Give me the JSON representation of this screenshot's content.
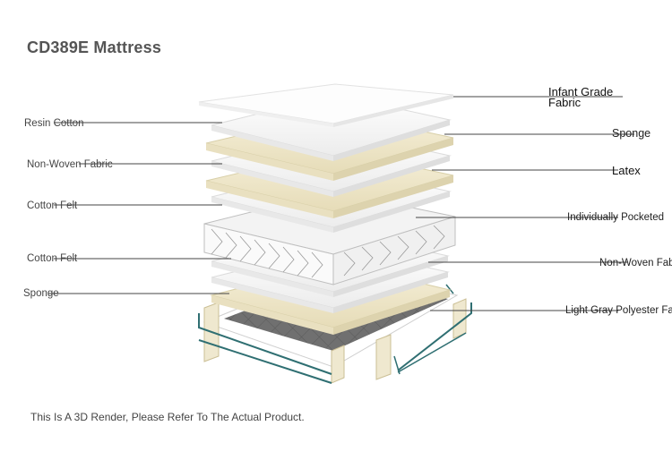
{
  "title": "CD389E Mattress",
  "note": "This Is A 3D Render, Please Refer To The Actual Product.",
  "left_labels": [
    "Resin Cotton",
    "Non-Woven Fabric",
    "Cotton Felt",
    "Cotton Felt",
    "Sponge"
  ],
  "right_labels": {
    "infant_line1": "Infant Grade",
    "infant_line2": "Fabric",
    "sponge": "Sponge",
    "latex": "Latex",
    "pocketed": "Individually Pocketed",
    "nonwoven": "Non-Woven Fab",
    "polyester": "Light Gray Polyester Fa"
  },
  "colors": {
    "cream": "#efe8cf",
    "white_layer": "#f7f7f7",
    "teal_edge": "#2f6f72",
    "dark_base": "#6b6b6b"
  }
}
